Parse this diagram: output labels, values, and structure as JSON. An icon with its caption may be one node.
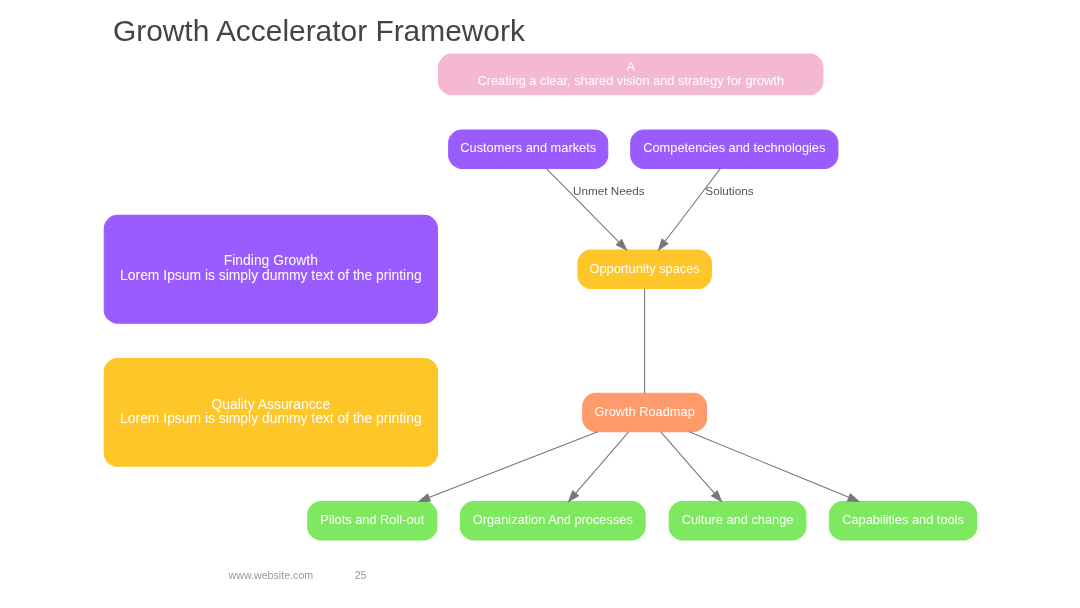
{
  "diagram": {
    "title": "Growth Accelerator Framework",
    "nodes": [
      {
        "text": [
          "Finding Growth",
          "Lorem Ipsum is simply dummy text of the printing"
        ]
      },
      {
        "text": [
          "Quality Assurancce",
          "Lorem Ipsum is simply dummy text of the printing"
        ]
      },
      {
        "text": [
          "A",
          "Creating a clear, shared vision and strategy for growth"
        ]
      },
      {
        "text": [
          "Customers and markets"
        ]
      },
      {
        "text": [
          "Competencies and technologies"
        ]
      },
      {
        "text": [
          "Opportunity spaces"
        ]
      },
      {
        "text": [
          "Growth Roadmap"
        ]
      },
      {
        "text": [
          "Pilots and Roll-out"
        ]
      },
      {
        "text": [
          "Organization And processes"
        ]
      },
      {
        "text": [
          "Culture and change"
        ]
      },
      {
        "text": [
          "Capabilities and tools"
        ]
      }
    ],
    "edges": [
      {
        "from": 3,
        "to": 5,
        "arrow": "to",
        "label": "Unmet Needs"
      },
      {
        "from": 4,
        "to": 5,
        "arrow": "to",
        "label": "Solutions"
      },
      {
        "from": 5,
        "to": 6,
        "arrow": "none"
      },
      {
        "from": 6,
        "to": 7,
        "arrow": "to"
      },
      {
        "from": 6,
        "to": 8,
        "arrow": "to"
      },
      {
        "from": 6,
        "to": 9,
        "arrow": "to"
      },
      {
        "from": 6,
        "to": 10,
        "arrow": "to"
      }
    ],
    "labels": [
      "www.website.com",
      "25"
    ]
  }
}
